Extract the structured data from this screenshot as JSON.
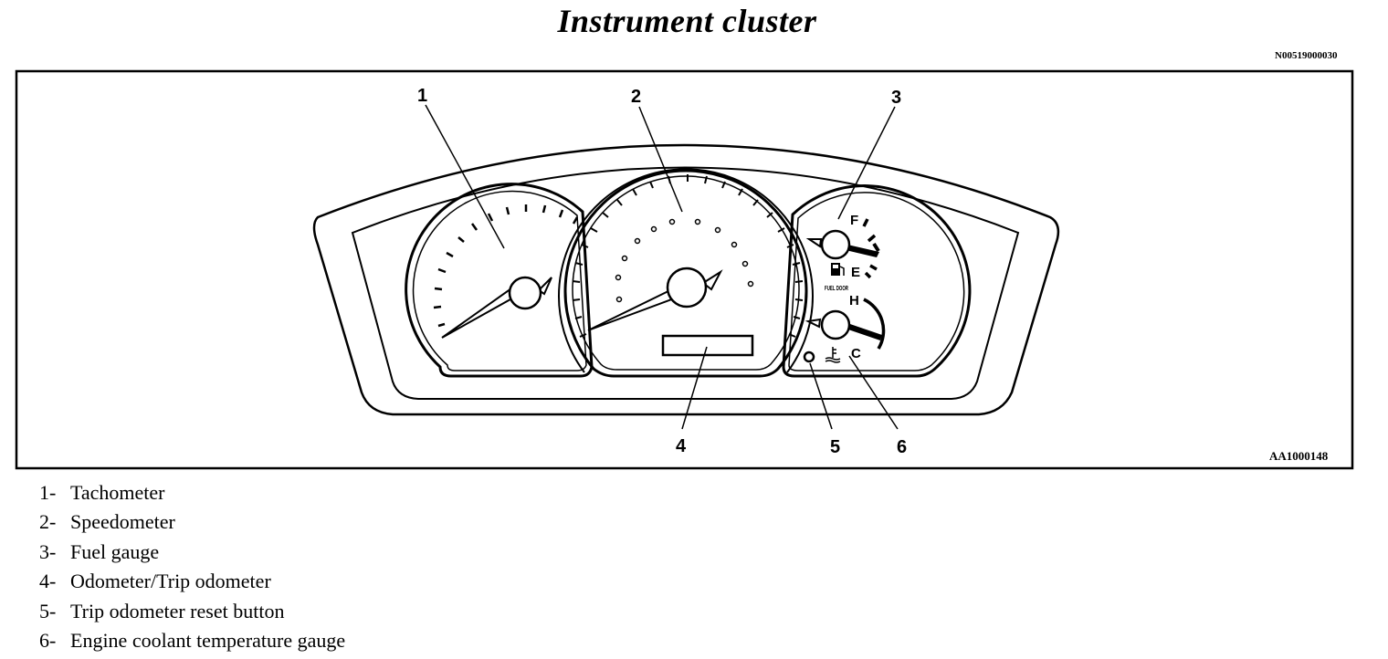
{
  "title": "Instrument cluster",
  "doc_code": "N00519000030",
  "figure_code": "AA1000148",
  "callouts": [
    "1",
    "2",
    "3",
    "4",
    "5",
    "6"
  ],
  "gauge_markings": {
    "fuel_full": "F",
    "fuel_empty": "E",
    "temp_hot": "H",
    "temp_cold": "C",
    "fuel_door": "FUEL DOOR"
  },
  "legend": [
    {
      "num": "1-",
      "label": "Tachometer"
    },
    {
      "num": "2-",
      "label": "Speedometer"
    },
    {
      "num": "3-",
      "label": "Fuel gauge"
    },
    {
      "num": "4-",
      "label": "Odometer/Trip odometer"
    },
    {
      "num": "5-",
      "label": "Trip odometer reset button"
    },
    {
      "num": "6-",
      "label": "Engine coolant temperature gauge"
    }
  ]
}
